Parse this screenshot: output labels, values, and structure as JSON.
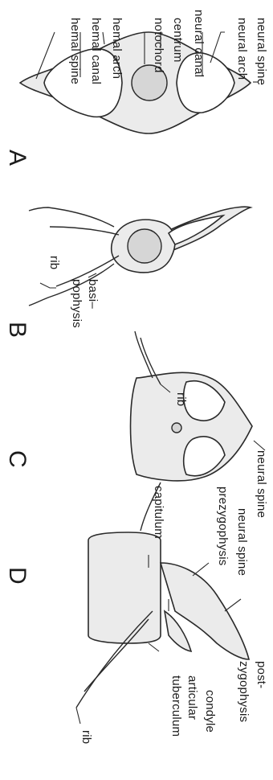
{
  "panels": [
    "A",
    "B",
    "C",
    "D"
  ],
  "labels": {
    "a": {
      "neural_spine": "neural spine",
      "neural_arch": "neural arch",
      "neural_canal": "neural canal",
      "centrum": "centrum",
      "notochord": "notochord",
      "hemal_arch": "hemal arch",
      "hemal_canal": "hemal canal",
      "hemal_spine": "hemal spine"
    },
    "b": {
      "rib": "rib",
      "basi": "basi–",
      "pophysis": "pophysis"
    },
    "c": {
      "rib": "rib",
      "neural_spine": "neural spine"
    },
    "d": {
      "neural_spine": "neural spine",
      "prezygo": "prezygophysis",
      "capitulum": "capitulum",
      "post": "post-",
      "zygo": "zygophysis",
      "tuberculum": "tuberculum",
      "articular": "articular",
      "condyle": "condyle",
      "rib": "rib"
    }
  }
}
